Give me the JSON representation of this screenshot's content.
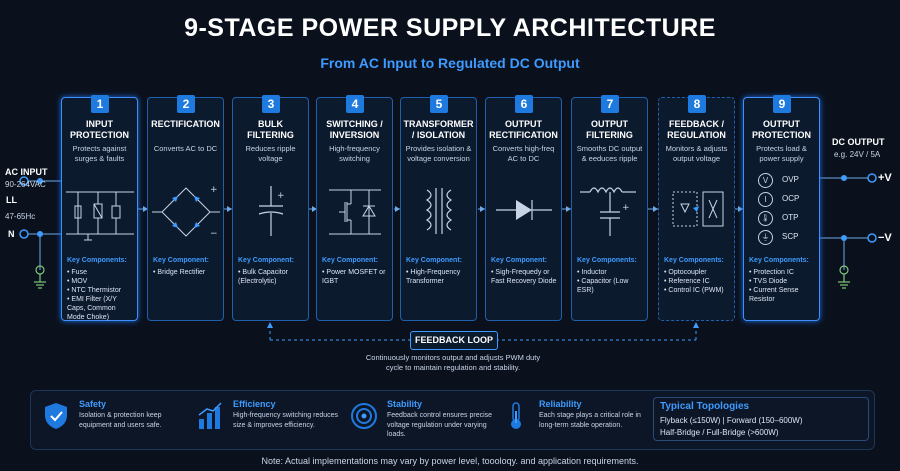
{
  "title": "9-STAGE POWER SUPPLY ARCHITECTURE",
  "subtitle": "From AC Input to Regulated DC Output",
  "ac_input": {
    "label": "AC INPUT",
    "range": "90-264VAC",
    "l_label": "LL",
    "freq": "47-65Hc",
    "n_label": "N"
  },
  "dc_output": {
    "label": "DC OUTPUT",
    "spec": "e.g. 24V / 5A",
    "plus": "+V",
    "minus": "−V"
  },
  "stages": [
    {
      "num": "1",
      "name": "INPUT PROTECTION",
      "desc": "Protects against surges & faults",
      "comp_heading": "Key Components:",
      "components": [
        "Fuse",
        "MOV",
        "NTC Thermistor",
        "EMI Filter (X/Y Caps, Common Mode Choke)"
      ]
    },
    {
      "num": "2",
      "name": "RECTIFICATION",
      "desc": "Converts AC to DC",
      "comp_heading": "Key Component:",
      "components": [
        "Bridge Rectifier"
      ]
    },
    {
      "num": "3",
      "name": "BULK FILTERING",
      "desc": "Reduces ripple voltage",
      "comp_heading": "Key Component:",
      "components": [
        "Bulk Capacitor (Electrolytic)"
      ]
    },
    {
      "num": "4",
      "name": "SWITCHING / INVERSION",
      "desc": "High-frequency switching",
      "comp_heading": "Key Component:",
      "components": [
        "Power MOSFET or IGBT"
      ]
    },
    {
      "num": "5",
      "name": "TRANSFORMER / ISOLATION",
      "desc": "Provides isolation & voltage conversion",
      "comp_heading": "Key Component:",
      "components": [
        "High-Frequency Transformer"
      ]
    },
    {
      "num": "6",
      "name": "OUTPUT RECTIFICATION",
      "desc": "Converts high-freq AC to DC",
      "comp_heading": "Key Component:",
      "components": [
        "Sigh-Frequedy or Fast Recovery Diode"
      ]
    },
    {
      "num": "7",
      "name": "OUTPUT FILTERING",
      "desc": "Smooths DC output & eeduces ripple",
      "comp_heading": "Key Components:",
      "components": [
        "Inductor",
        "Capacitor (Low ESR)"
      ]
    },
    {
      "num": "8",
      "name": "FEEDBACK / REGULATION",
      "desc": "Monitors & adjusts output voltage",
      "comp_heading": "Key Components:",
      "components": [
        "Optocoupler",
        "Reference IC",
        "Control IC (PWM)"
      ]
    },
    {
      "num": "9",
      "name": "OUTPUT PROTECTION",
      "desc": "Protects load & power supply",
      "comp_heading": "Key Components:",
      "components": [
        "Protection IC",
        "TVS Diode",
        "Current Sense Resistor"
      ]
    }
  ],
  "protection_items": [
    {
      "icon": "V",
      "label": "OVP"
    },
    {
      "icon": "I",
      "label": "OCP"
    },
    {
      "icon": "🌡",
      "label": "OTP"
    },
    {
      "icon": "⏚",
      "label": "SCP"
    }
  ],
  "feedback": {
    "label": "FEEDBACK LOOP",
    "desc": "Continuously monitors output and adjusts PWM duty cycle to maintain regulation and stability."
  },
  "features": [
    {
      "icon": "shield-icon",
      "name": "Safety",
      "desc": "Isolation & protection keep equipment and users safe."
    },
    {
      "icon": "bar-chart-icon",
      "name": "Efficiency",
      "desc": "High-frequency switching reduces size & improves efficiency."
    },
    {
      "icon": "target-icon",
      "name": "Stability",
      "desc": "Feedback control ensures precise voltage regulation under varying loads."
    },
    {
      "icon": "thermometer-icon",
      "name": "Reliability",
      "desc": "Each stage plays a critical role in long-term stable operation."
    }
  ],
  "topologies": {
    "title": "Typical Topologies",
    "line1": "Flyback (≤150W)   |   Forward (150–600W)",
    "line2": "Half-Bridge / Full-Bridge (>600W)"
  },
  "note": "Note: Actual implementations may vary by power level, toooloqy. and application requirements.",
  "colors": {
    "accent": "#3e9bff",
    "background": "#0a111d",
    "stage_border": "#1f5fae",
    "ground_green": "#7ec77a"
  }
}
